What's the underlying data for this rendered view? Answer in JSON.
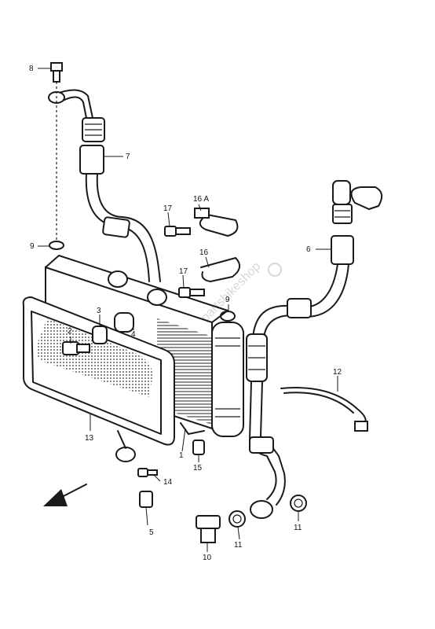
{
  "watermark": "partsbikeshop",
  "callouts": [
    {
      "id": "c1",
      "text": "1"
    },
    {
      "id": "c2",
      "text": "2"
    },
    {
      "id": "c3",
      "text": "3"
    },
    {
      "id": "c4",
      "text": "4"
    },
    {
      "id": "c5",
      "text": "5"
    },
    {
      "id": "c6",
      "text": "6"
    },
    {
      "id": "c7",
      "text": "7"
    },
    {
      "id": "c8",
      "text": "8"
    },
    {
      "id": "c9a",
      "text": "9"
    },
    {
      "id": "c9b",
      "text": "9"
    },
    {
      "id": "c10",
      "text": "10"
    },
    {
      "id": "c11a",
      "text": "11"
    },
    {
      "id": "c11b",
      "text": "11"
    },
    {
      "id": "c12",
      "text": "12"
    },
    {
      "id": "c13",
      "text": "13"
    },
    {
      "id": "c14",
      "text": "14"
    },
    {
      "id": "c15",
      "text": "15"
    },
    {
      "id": "c16",
      "text": "16"
    },
    {
      "id": "c16a",
      "text": "16 A"
    },
    {
      "id": "c17a",
      "text": "17"
    },
    {
      "id": "c17b",
      "text": "17"
    }
  ]
}
